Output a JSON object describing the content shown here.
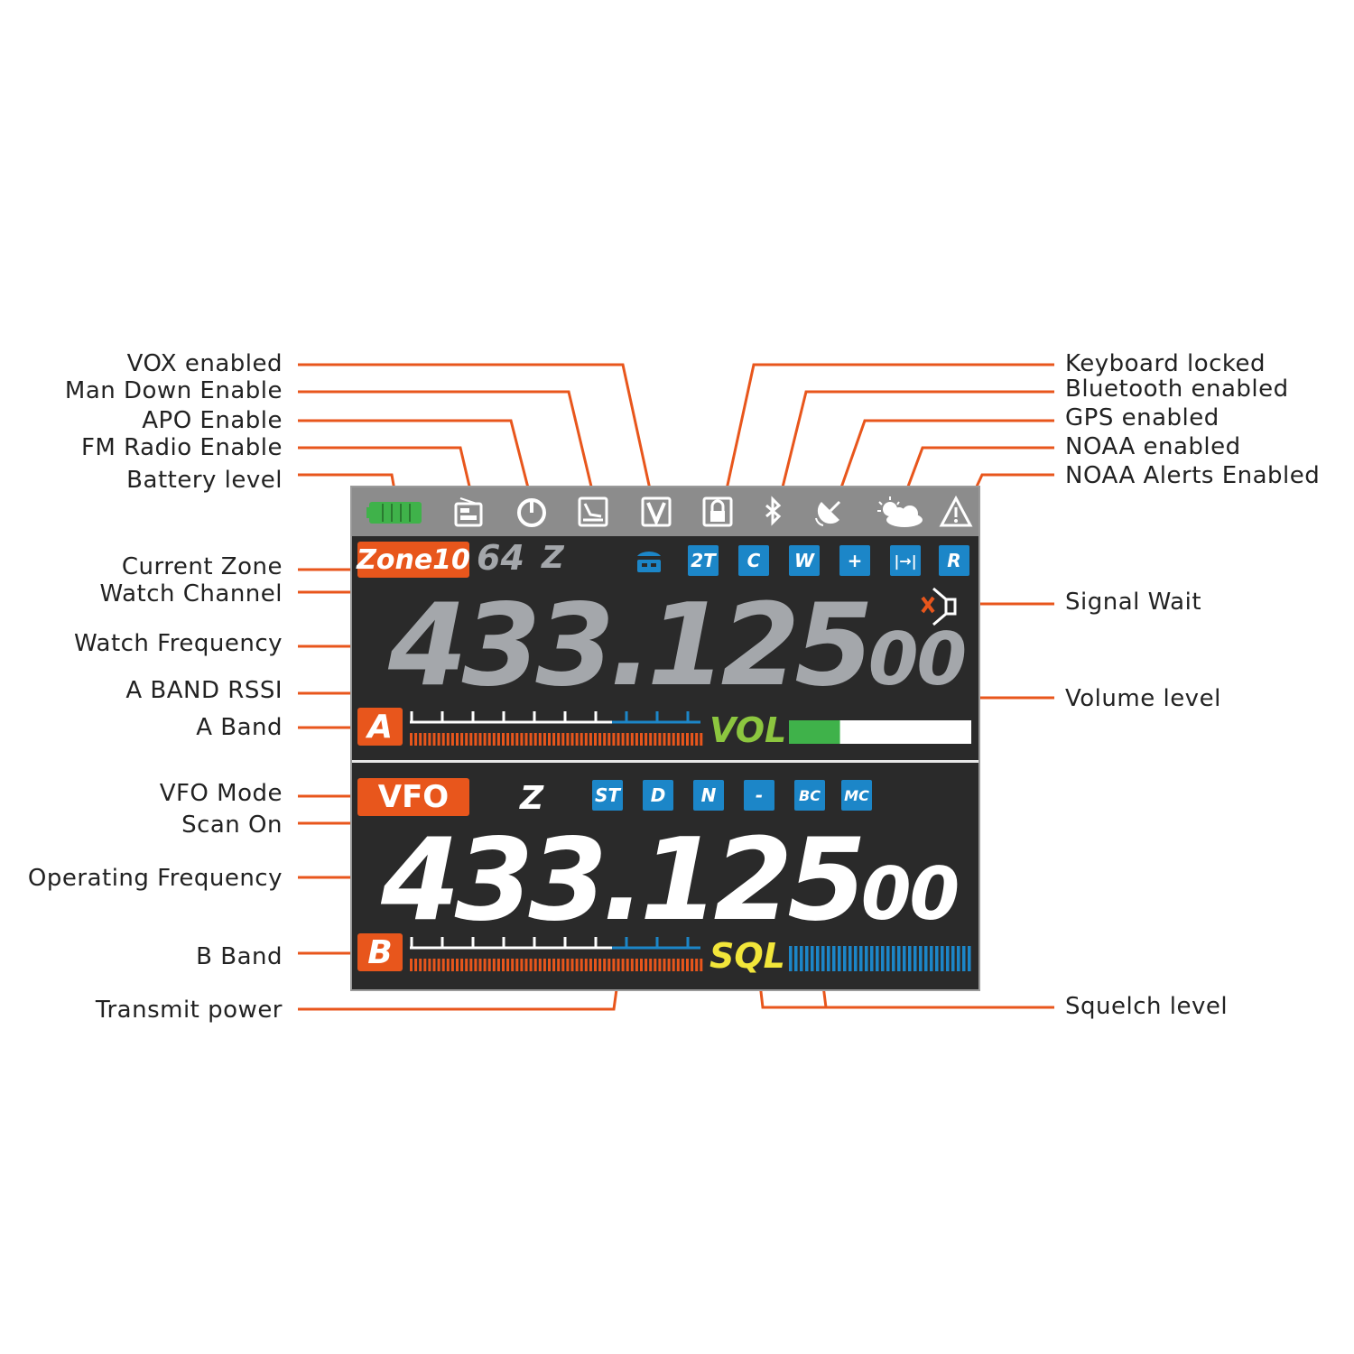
{
  "labels_left": {
    "vox": "VOX enabled",
    "man_down": "Man Down Enable",
    "apo": "APO Enable",
    "fm_radio": "FM Radio Enable",
    "battery": "Battery level",
    "current_zone": "Current Zone",
    "watch_channel": "Watch Channel",
    "watch_freq": "Watch Frequency",
    "a_rssi": "A BAND RSSI",
    "a_band": "A Band",
    "vfo_mode": "VFO Mode",
    "scan_on": "Scan On",
    "operating_freq": "Operating Frequency",
    "b_band": "B Band",
    "tx_power": "Transmit power"
  },
  "labels_right": {
    "keyboard_locked": "Keyboard locked",
    "bluetooth": "Bluetooth enabled",
    "gps": "GPS enabled",
    "noaa": "NOAA enabled",
    "noaa_alerts": "NOAA Alerts Enabled",
    "signal_wait": "Signal Wait",
    "volume": "Volume level",
    "squelch": "Squelch level"
  },
  "display": {
    "zone_tag": "Zone10",
    "watch_channel": "64",
    "watch_scan": "Z",
    "a_buttons": [
      "2T",
      "C",
      "W",
      "+",
      "|→|",
      "R"
    ],
    "watch_freq_main": "433.125",
    "watch_freq_small": "00",
    "a_band_tag": "A",
    "vol_label": "VOL",
    "volume_level": 0.28,
    "vfo_tag": "VFO",
    "op_scan": "Z",
    "b_buttons": [
      "ST",
      "D",
      "N",
      "-",
      "BC",
      "MC"
    ],
    "op_freq_main": "433.125",
    "op_freq_small": "00",
    "b_band_tag": "B",
    "sql_label": "SQL",
    "squelch_level": 1.0
  },
  "colors": {
    "accent_orange": "#e8561c",
    "button_blue": "#1c86c8",
    "battery_green": "#3fb24a",
    "vol_green": "#8cc63f",
    "sql_yellow": "#f2e63a",
    "watch_freq_gray": "#a4a7ab"
  },
  "icons": [
    "battery-icon",
    "fm-radio-icon",
    "apo-icon",
    "man-down-icon",
    "vox-icon",
    "lock-icon",
    "bluetooth-icon",
    "gps-icon",
    "noaa-icon",
    "noaa-alert-icon",
    "signal-wait-icon"
  ]
}
